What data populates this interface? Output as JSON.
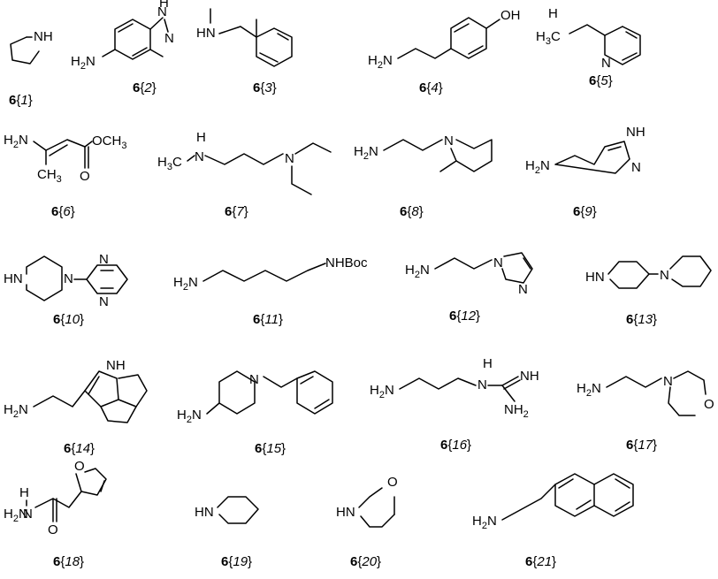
{
  "compound_prefix": "6",
  "compounds": [
    {
      "index": "1"
    },
    {
      "index": "2"
    },
    {
      "index": "3"
    },
    {
      "index": "4"
    },
    {
      "index": "5"
    },
    {
      "index": "6"
    },
    {
      "index": "7"
    },
    {
      "index": "8"
    },
    {
      "index": "9"
    },
    {
      "index": "10"
    },
    {
      "index": "11"
    },
    {
      "index": "12"
    },
    {
      "index": "13"
    },
    {
      "index": "14"
    },
    {
      "index": "15"
    },
    {
      "index": "16"
    },
    {
      "index": "17"
    },
    {
      "index": "18"
    },
    {
      "index": "19"
    },
    {
      "index": "20"
    },
    {
      "index": "21"
    }
  ],
  "atoms": {
    "nh": "NH",
    "n": "N",
    "h": "H",
    "o": "O",
    "oh": "OH",
    "hn": "HN",
    "h2n_main": "H",
    "h2n_sub": "2",
    "h2n_n": "N",
    "h3c_main": "H",
    "h3c_sub": "3",
    "h3c_c": "C",
    "ch3_c": "CH",
    "ch3_sub": "3",
    "och3_main": "OCH",
    "och3_sub": "3",
    "nhboc": "NHBoc",
    "nh2_main": "NH",
    "nh2_sub": "2"
  }
}
